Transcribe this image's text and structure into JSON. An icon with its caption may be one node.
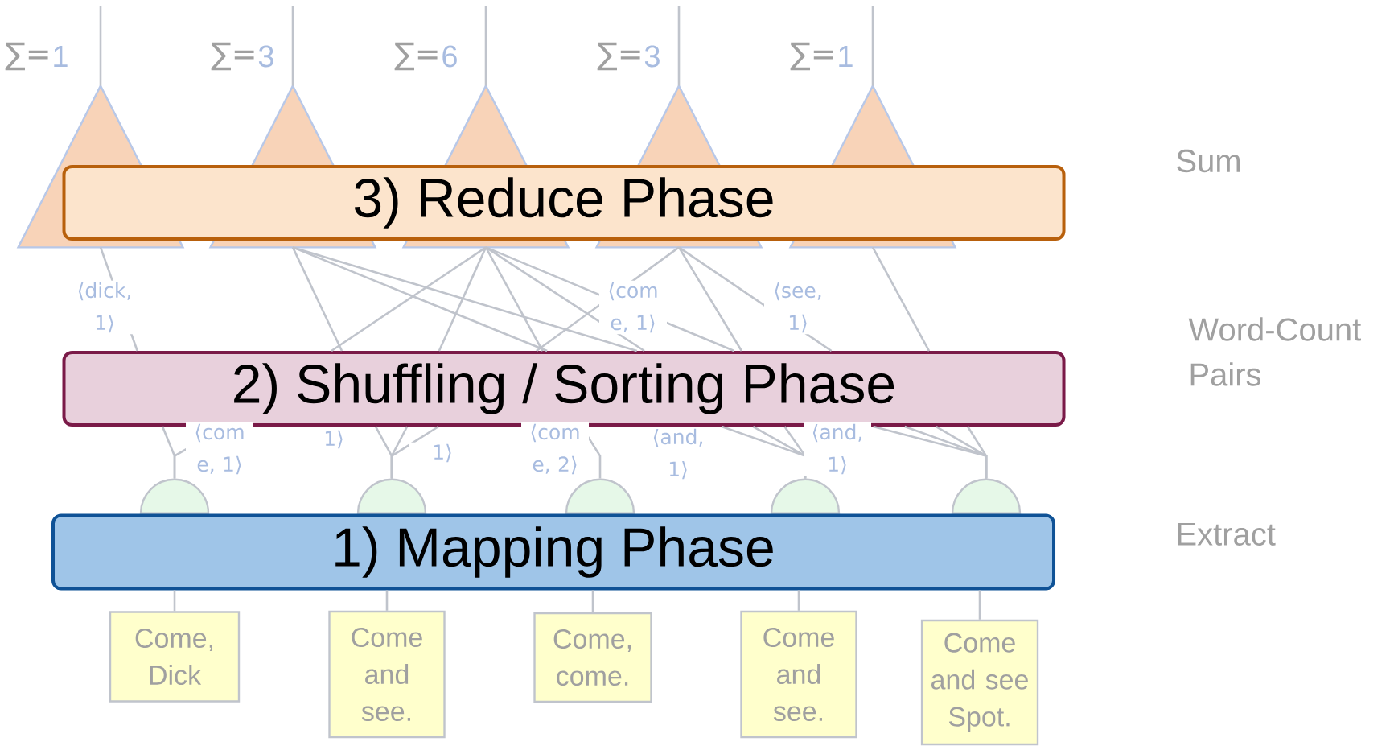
{
  "diagram": {
    "nodes": [
      {
        "text": [],
        "shape": "triangle",
        "beside": [
          "∑=",
          "1"
        ]
      },
      {
        "text": [],
        "shape": "triangle",
        "beside": [
          "∑=",
          "3"
        ]
      },
      {
        "text": [],
        "shape": "triangle",
        "beside": [
          "∑=",
          "6"
        ]
      },
      {
        "text": [],
        "shape": "triangle",
        "beside": [
          "∑=",
          "3"
        ]
      },
      {
        "text": [],
        "shape": "triangle",
        "beside": [
          "∑=",
          "1"
        ]
      },
      {
        "text": [
          "3) Reduce Phase"
        ]
      },
      {
        "text": [
          "2) Shuffling / Sorting Phase"
        ]
      },
      {
        "text": [],
        "shape": "circle"
      },
      {
        "text": [],
        "shape": "circle"
      },
      {
        "text": [],
        "shape": "circle"
      },
      {
        "text": [],
        "shape": "circle"
      },
      {
        "text": [],
        "shape": "circle"
      },
      {
        "text": [
          "1) Mapping Phase"
        ]
      },
      {
        "text": [
          "Come, Dick"
        ]
      },
      {
        "text": [
          "Come and see."
        ]
      },
      {
        "text": [
          "Come, come."
        ]
      },
      {
        "text": [
          "Come and see."
        ]
      },
      {
        "text": [
          "Come and see Spot."
        ]
      }
    ],
    "edges": [
      {
        "from": 0,
        "to": null,
        "arrow": "none"
      },
      {
        "from": 1,
        "to": null,
        "arrow": "none"
      },
      {
        "from": 2,
        "to": null,
        "arrow": "none"
      },
      {
        "from": 3,
        "to": null,
        "arrow": "none"
      },
      {
        "from": 4,
        "to": null,
        "arrow": "none"
      },
      {
        "from": 13,
        "to": 12,
        "arrow": "none"
      },
      {
        "from": 14,
        "to": 12,
        "arrow": "none"
      },
      {
        "from": 15,
        "to": 12,
        "arrow": "none"
      },
      {
        "from": 16,
        "to": 12,
        "arrow": "none"
      },
      {
        "from": 17,
        "to": 12,
        "arrow": "none"
      },
      {
        "from": 7,
        "to": 6,
        "arrow": "none"
      },
      {
        "from": 7,
        "to": 6,
        "arrow": "none"
      },
      {
        "from": 8,
        "to": 6,
        "arrow": "none"
      },
      {
        "from": 8,
        "to": 6,
        "arrow": "none"
      },
      {
        "from": 8,
        "to": 6,
        "arrow": "none"
      },
      {
        "from": 9,
        "to": 6,
        "arrow": "none"
      },
      {
        "from": 10,
        "to": 6,
        "arrow": "none"
      },
      {
        "from": 10,
        "to": 6,
        "arrow": "none"
      },
      {
        "from": 10,
        "to": 6,
        "arrow": "none"
      },
      {
        "from": 11,
        "to": 6,
        "arrow": "none"
      },
      {
        "from": 11,
        "to": 6,
        "arrow": "none"
      },
      {
        "from": 11,
        "to": 6,
        "arrow": "none"
      },
      {
        "from": 11,
        "to": 6,
        "arrow": "none"
      },
      {
        "from": 6,
        "to": 0,
        "arrow": "none"
      },
      {
        "from": 6,
        "to": 2,
        "arrow": "none"
      },
      {
        "from": 6,
        "to": 1,
        "arrow": "none"
      },
      {
        "from": 6,
        "to": 2,
        "arrow": "none"
      },
      {
        "from": 6,
        "to": 3,
        "arrow": "none"
      },
      {
        "from": 6,
        "to": 2,
        "arrow": "none"
      },
      {
        "from": 6,
        "to": 1,
        "arrow": "none"
      },
      {
        "from": 6,
        "to": 2,
        "arrow": "none"
      },
      {
        "from": 6,
        "to": 3,
        "arrow": "none"
      },
      {
        "from": 6,
        "to": 1,
        "arrow": "none"
      },
      {
        "from": 6,
        "to": 2,
        "arrow": "none"
      },
      {
        "from": 6,
        "to": 3,
        "arrow": "none"
      },
      {
        "from": 6,
        "to": 4,
        "arrow": "none"
      }
    ],
    "labels": [
      "Sum",
      "⟨dick, 1⟩",
      "⟨com e, 1⟩",
      "⟨see, 1⟩",
      "Word-Count Pairs",
      "⟨com e, 1⟩",
      "1⟩",
      "1⟩",
      "⟨com e, 2⟩",
      "⟨and, 1⟩",
      "⟨and, 1⟩",
      "Extract"
    ]
  }
}
